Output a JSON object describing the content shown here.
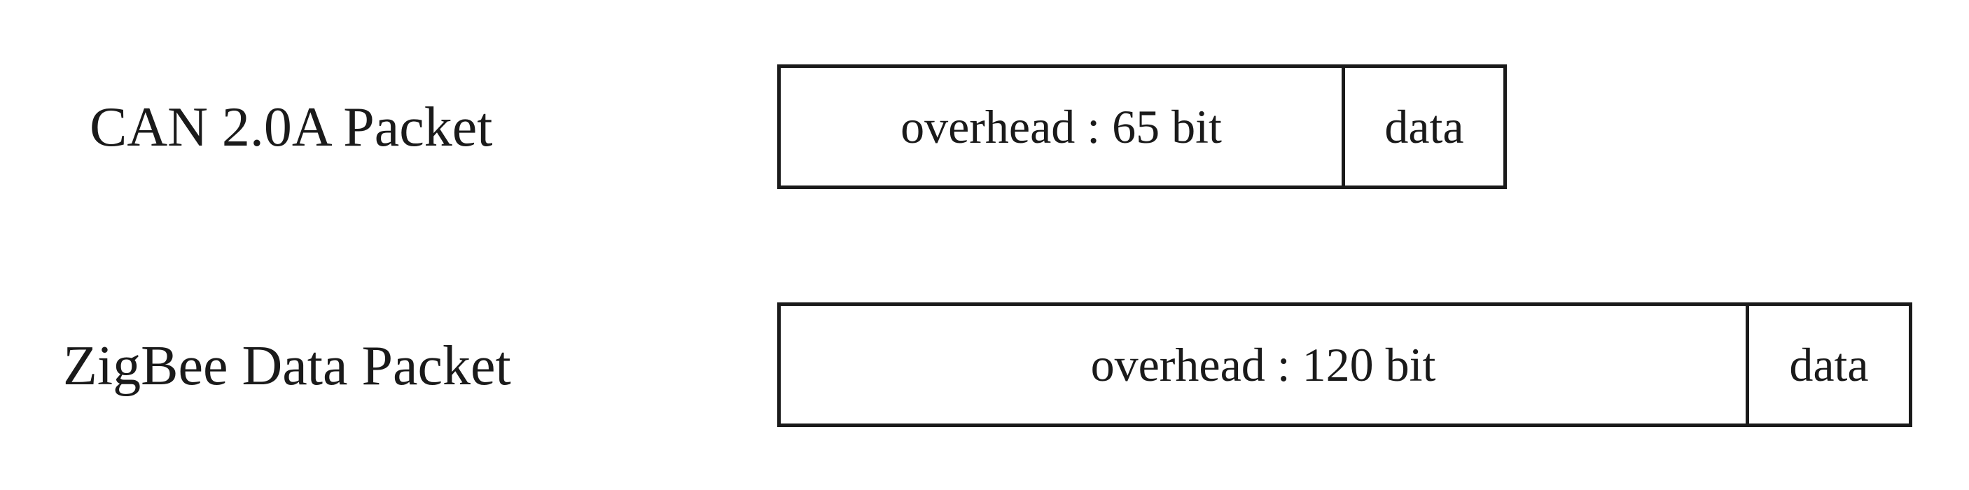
{
  "packets": [
    {
      "label": "CAN 2.0A Packet",
      "overhead_label": "overhead : 65 bit",
      "data_label": "data",
      "overhead_bits": 65
    },
    {
      "label": "ZigBee Data Packet",
      "overhead_label": "overhead : 120 bit",
      "data_label": "data",
      "overhead_bits": 120
    }
  ]
}
